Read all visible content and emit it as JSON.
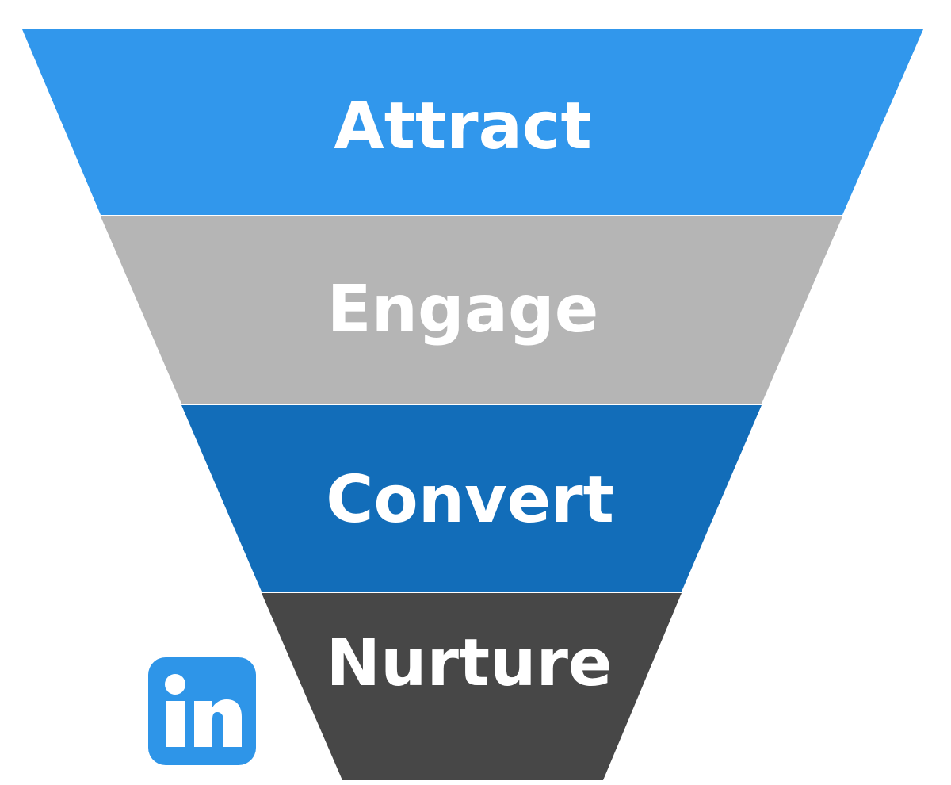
{
  "funnel": {
    "stages": [
      {
        "label": "Attract",
        "color": "#3197ec"
      },
      {
        "label": "Engage",
        "color": "#b5b5b5"
      },
      {
        "label": "Convert",
        "color": "#126db9"
      },
      {
        "label": "Nurture",
        "color": "#474747"
      }
    ]
  },
  "logo": {
    "icon": "linkedin-icon",
    "color": "#2e95e8"
  }
}
